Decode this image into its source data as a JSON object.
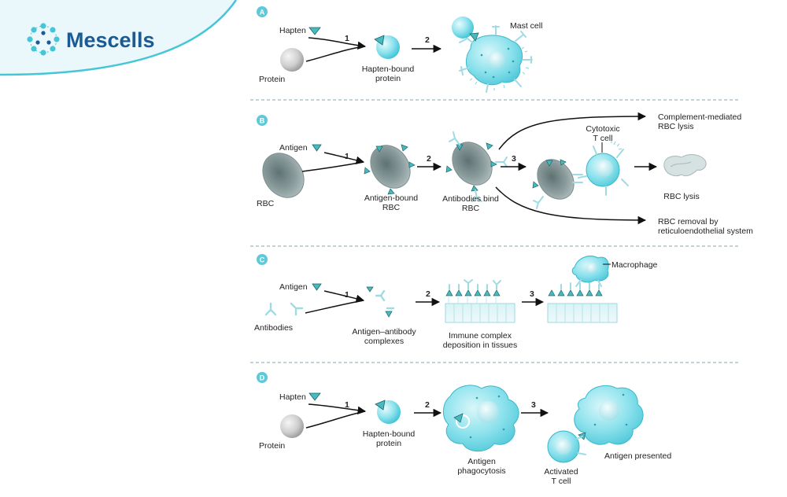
{
  "brand": {
    "name": "Mescells"
  },
  "colors": {
    "brand_blue": "#1b5a93",
    "accent_cyan": "#45c6d6",
    "badge_cyan": "#5ccad8",
    "rbc_gray": "#8d9d9e",
    "protein_gray": "#c8c8c8"
  },
  "panels": {
    "a": {
      "badge": "A",
      "hapten": "Hapten",
      "protein": "Protein",
      "step1": "1",
      "bound_1": "Hapten-bound",
      "bound_2": "protein",
      "step2": "2",
      "mast_cell": "Mast cell"
    },
    "b": {
      "badge": "B",
      "antigen": "Antigen",
      "rbc": "RBC",
      "step1": "1",
      "bound_1": "Antigen-bound",
      "bound_2": "RBC",
      "step2": "2",
      "antibodies_1": "Antibodies bind",
      "antibodies_2": "RBC",
      "step3": "3",
      "tcell_1": "Cytotoxic",
      "tcell_2": "T cell",
      "complement_1": "Complement-mediated",
      "complement_2": "RBC lysis",
      "rbc_lysis": "RBC lysis",
      "removal_1": "RBC removal by",
      "removal_2": "reticuloendothelial system"
    },
    "c": {
      "badge": "C",
      "antigen": "Antigen",
      "antibodies": "Antibodies",
      "step1": "1",
      "complex_1": "Antigen–antibody",
      "complex_2": "complexes",
      "step2": "2",
      "deposition_1": "Immune complex",
      "deposition_2": "deposition in tissues",
      "step3": "3",
      "macrophage": "Macrophage"
    },
    "d": {
      "badge": "D",
      "hapten": "Hapten",
      "protein": "Protein",
      "step1": "1",
      "bound_1": "Hapten-bound",
      "bound_2": "protein",
      "step2": "2",
      "phago_1": "Antigen",
      "phago_2": "phagocytosis",
      "step3": "3",
      "activated_1": "Activated",
      "activated_2": "T cell",
      "presented": "Antigen presented"
    }
  }
}
